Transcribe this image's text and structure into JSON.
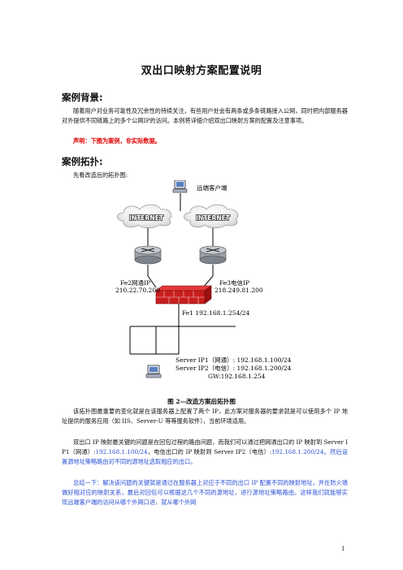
{
  "title": "双出口映射方案配置说明",
  "sections": {
    "background": {
      "heading": "案例背景:",
      "paragraph": "随着用户对业务可靠性及冗余性的持续关注，有些用户处会有两条或多条链路接入公网，同时把内部服务器对外提供不同链路上的多个公网IP的访问。本例将详细介绍双出口映射方案的配置及注意事项。",
      "note": "声明：下图为案例，非实际数据。"
    },
    "topology": {
      "heading": "案例拓扑:",
      "intro": "先看改造后的拓扑图:"
    }
  },
  "diagram": {
    "remote_client": "远端客户端",
    "internet_1": "INTERNET",
    "internet_2": "INTERNET",
    "fe2": "Fe2网通IP",
    "fe2_ip": "210.22.70.200",
    "fe3": "Fe3电信IP",
    "fe3_ip": "218.249.81.200",
    "fe1": "Fe1 192.168.1.254/24",
    "server_ip1": "Server  IP1（网通）: 192.168.1.100/24",
    "server_ip2": "Server  IP2（电信）: 192.168.1.200/24",
    "gw": "GW:192.168.1.254"
  },
  "caption": "图 2—改造方案后拓扑图",
  "body": {
    "p1": "该拓扑图最重要的变化就是在该服务器上配置了两个 IP，此方案对服务器的要求就是可以使用多个 IP 地址提供的服务应用（如 IIS、Server-U 等等服务软件），当前环境适用。",
    "p2_black": "双出口 IP 映射最关键的问题是在回包过程的路由问题，而我们可以通过把网通出口的 IP 映射到 Server  IP1（网通）:",
    "p2_blue1": "192.168.1.100/24",
    "p2_black2": "，电信出口的 IP 映射到 Server  IP2（电信）:",
    "p2_blue2": "192.168.1.200/24。然后设置源地址策略路由对不同的源地址选取相应的出口。",
    "p3": "总结一下：解决该问题的关键就是通过在服务器上对应于不同的出口 IP 配置不同的映射地址，并在防火墙做好相对应的映射关系，最后对回包可以根据这几个不同的源地址，进行源地址策略路由。这样我们就能够实现远端客户端的访问从哪个外网口进，就从哪个外网"
  },
  "page_number": "1"
}
